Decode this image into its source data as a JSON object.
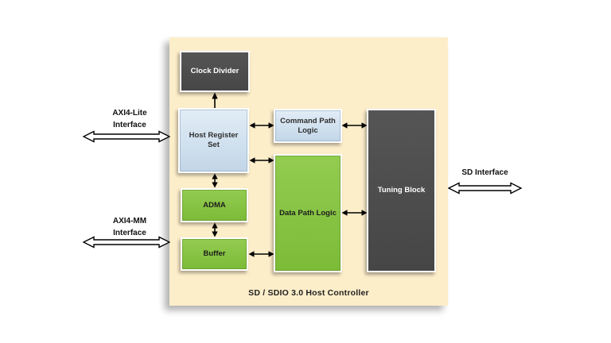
{
  "diagram": {
    "title": "SD / SDIO 3.0 Host Controller",
    "blocks": {
      "clock_divider": {
        "label": "Clock Divider",
        "variant": "dark"
      },
      "host_register_set": {
        "label": "Host Register Set",
        "variant": "blue"
      },
      "command_path_logic": {
        "label": "Command Path Logic",
        "variant": "blue"
      },
      "adma": {
        "label": "ADMA",
        "variant": "green"
      },
      "buffer": {
        "label": "Buffer",
        "variant": "green"
      },
      "data_path_logic": {
        "label": "Data Path Logic",
        "variant": "green"
      },
      "tuning_block": {
        "label": "Tuning Block",
        "variant": "dark"
      }
    },
    "interfaces": {
      "axi4_lite": {
        "line1": "AXI4-Lite",
        "line2": "Interface",
        "side": "left"
      },
      "axi4_mm": {
        "line1": "AXI4-MM",
        "line2": "Interface",
        "side": "left"
      },
      "sd": {
        "line1": "SD Interface",
        "side": "right"
      }
    },
    "connections": [
      {
        "from": "host_register_set",
        "to": "clock_divider",
        "direction": "one-way"
      },
      {
        "from": "host_register_set",
        "to": "command_path_logic",
        "direction": "two-way"
      },
      {
        "from": "host_register_set",
        "to": "data_path_logic",
        "direction": "two-way"
      },
      {
        "from": "host_register_set",
        "to": "adma",
        "direction": "two-way"
      },
      {
        "from": "adma",
        "to": "buffer",
        "direction": "two-way"
      },
      {
        "from": "buffer",
        "to": "data_path_logic",
        "direction": "two-way"
      },
      {
        "from": "command_path_logic",
        "to": "tuning_block",
        "direction": "two-way"
      },
      {
        "from": "data_path_logic",
        "to": "tuning_block",
        "direction": "two-way"
      },
      {
        "from": "axi4_lite_interface",
        "to": "host_register_set",
        "direction": "two-way"
      },
      {
        "from": "axi4_mm_interface",
        "to": "buffer",
        "direction": "two-way"
      },
      {
        "from": "tuning_block",
        "to": "sd_interface",
        "direction": "two-way"
      }
    ],
    "colors": {
      "panel_background": "#fdeeca",
      "block_dark": "#4c4c4c",
      "block_blue": "#cfe0ee",
      "block_green": "#85c23d",
      "block_border": "#ffffff",
      "arrow": "#000000",
      "text_dark": "#1f1f1f",
      "text_light": "#ffffff"
    }
  }
}
